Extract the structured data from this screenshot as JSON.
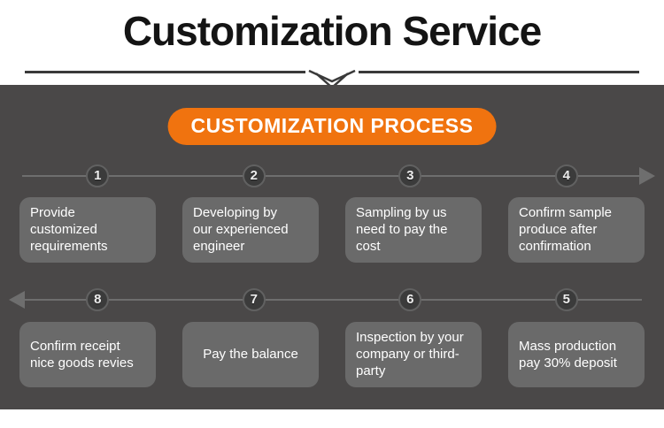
{
  "header": {
    "title": "Customization Service"
  },
  "process": {
    "banner": "CUSTOMIZATION PROCESS",
    "rows": [
      {
        "direction": "right",
        "steps": [
          {
            "number": "1",
            "text": "Provide customized\nrequirements"
          },
          {
            "number": "2",
            "text": "Developing by\nour experienced\nengineer"
          },
          {
            "number": "3",
            "text": "Sampling by us\nneed to pay the\ncost"
          },
          {
            "number": "4",
            "text": "Confirm sample\nproduce after\nconfirmation"
          }
        ]
      },
      {
        "direction": "left",
        "steps": [
          {
            "number": "8",
            "text": "Confirm receipt\nnice goods revies"
          },
          {
            "number": "7",
            "text": "Pay the balance"
          },
          {
            "number": "6",
            "text": "Inspection by your\ncompany or third-\nparty"
          },
          {
            "number": "5",
            "text": "Mass production\npay 30% deposit"
          }
        ]
      }
    ]
  },
  "colors": {
    "accent_orange": "#f0730f",
    "section_background": "#4a4848",
    "box_background": "#6a6a6a",
    "line_gray": "#6e6e6e",
    "title_black": "#141414"
  }
}
